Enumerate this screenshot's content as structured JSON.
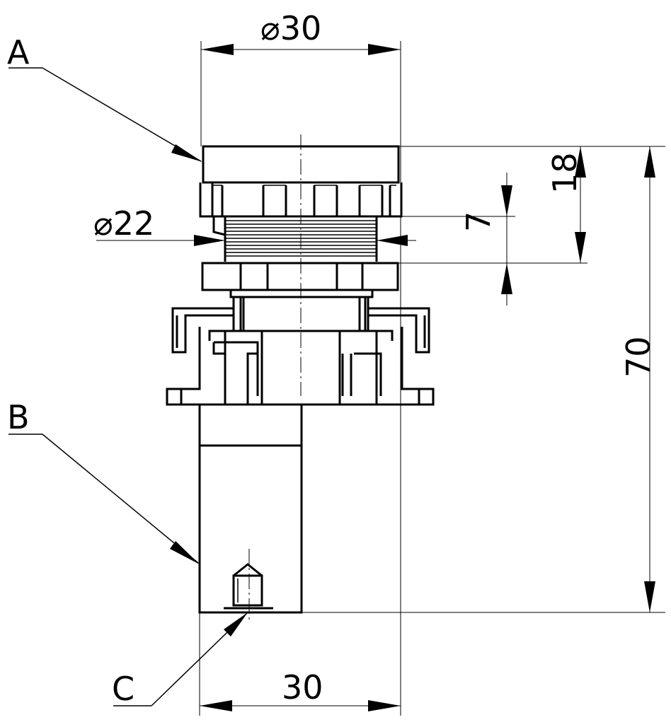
{
  "drawing": {
    "dimensions": {
      "top_diameter": "30",
      "thread_diameter": "22",
      "cap_height": "18",
      "thread_length": "7",
      "total_height": "70",
      "bottom_width": "30"
    },
    "callouts": {
      "a": "A",
      "b": "B",
      "c": "C"
    },
    "diameter_symbol": "⌀"
  }
}
